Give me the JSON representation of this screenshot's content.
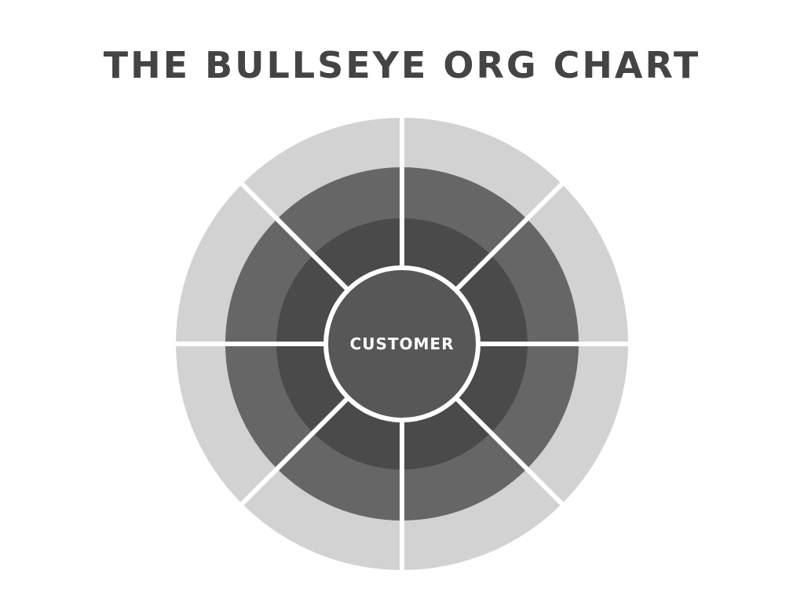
{
  "title": "THE BULLSEYE ORG CHART",
  "center_label": "CUSTOMER",
  "diagram": {
    "type": "bullseye",
    "rings": 3,
    "segments": 8
  },
  "colors": {
    "title": "#444444",
    "outer_ring": "#d2d2d2",
    "middle_ring": "#666666",
    "inner_ring": "#4a4a4a",
    "core": "#575757",
    "divider": "#ffffff",
    "center_text": "#ffffff"
  }
}
